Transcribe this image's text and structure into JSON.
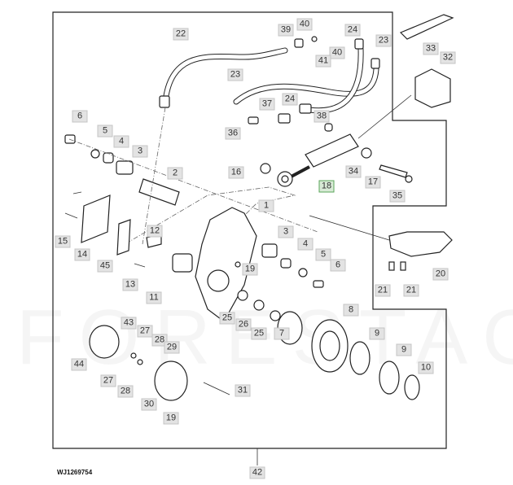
{
  "diagram": {
    "drawing_code": "WJ1269754",
    "watermark": "FORESTAGRI",
    "selected_part": "18",
    "highlight_color": "#5aa55a",
    "labels": [
      "22",
      "39",
      "40",
      "40",
      "41",
      "24",
      "23",
      "33",
      "32",
      "23",
      "37",
      "24",
      "38",
      "36",
      "6",
      "5",
      "4",
      "3",
      "2",
      "16",
      "18",
      "34",
      "17",
      "35",
      "1",
      "3",
      "4",
      "5",
      "6",
      "12",
      "15",
      "14",
      "45",
      "13",
      "11",
      "19",
      "20",
      "21",
      "21",
      "8",
      "25",
      "26",
      "25",
      "7",
      "43",
      "27",
      "28",
      "29",
      "44",
      "27",
      "28",
      "30",
      "19",
      "31",
      "9",
      "9",
      "10",
      "42"
    ]
  }
}
